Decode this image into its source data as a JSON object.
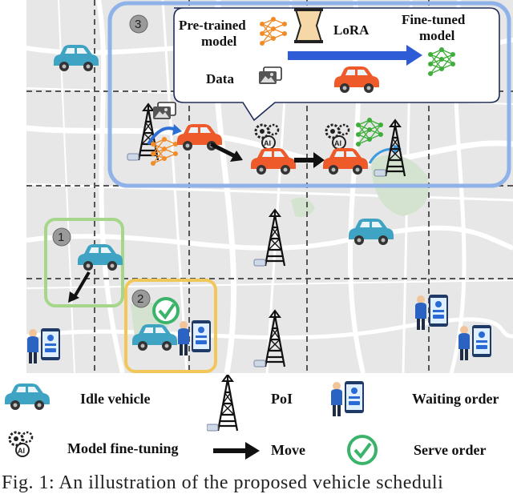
{
  "diagram": {
    "step_labels": [
      "1",
      "2",
      "3"
    ],
    "lora_panel": {
      "pretrained_label_line1": "Pre-trained",
      "pretrained_label_line2": "model",
      "lora_label": "LoRA",
      "finetuned_label_line1": "Fine-tuned",
      "finetuned_label_line2": "model",
      "data_label": "Data"
    }
  },
  "legend": {
    "items": [
      {
        "icon": "car-icon",
        "label": "Idle vehicle"
      },
      {
        "icon": "tower-icon",
        "label": "PoI"
      },
      {
        "icon": "phone-user-icon",
        "label": "Waiting order"
      },
      {
        "icon": "gears-ai-icon",
        "label": "Model fine-tuning"
      },
      {
        "icon": "arrow-icon",
        "label": "Move"
      },
      {
        "icon": "check-circle-icon",
        "label": "Serve order"
      }
    ]
  },
  "caption": "Fig. 1:  An illustration of the proposed vehicle scheduli",
  "colors": {
    "step3_box": "#8fb2e8",
    "step1_box": "#a5d68a",
    "step2_box": "#f2c75a",
    "car_blue": "#3fa4c4",
    "car_red": "#ef5a2a",
    "check_green": "#3bb36a",
    "lora_arrow": "#2e5bd6"
  }
}
